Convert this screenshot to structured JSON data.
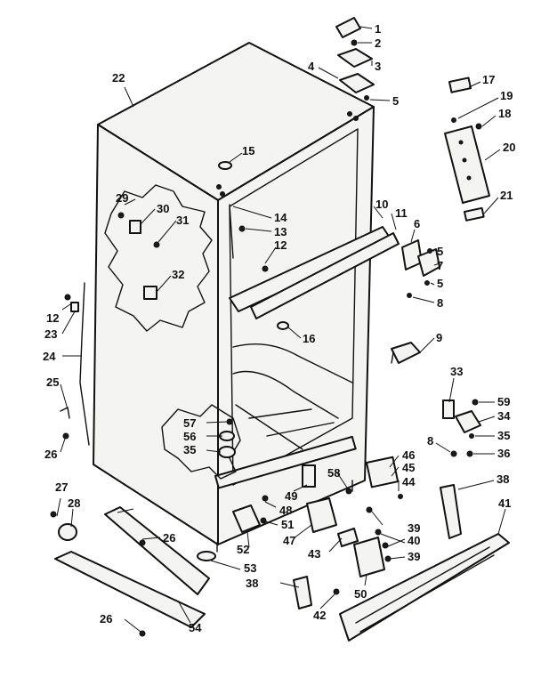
{
  "labels": {
    "l1": "1",
    "l2": "2",
    "l3": "3",
    "l4": "4",
    "l5a": "5",
    "l5b": "5",
    "l5c": "5",
    "l6": "6",
    "l7": "7",
    "l8a": "8",
    "l8b": "8",
    "l9": "9",
    "l10": "10",
    "l11": "11",
    "l12a": "12",
    "l12b": "12",
    "l13": "13",
    "l14": "14",
    "l15": "15",
    "l16": "16",
    "l17": "17",
    "l18": "18",
    "l19": "19",
    "l20": "20",
    "l21": "21",
    "l22": "22",
    "l23": "23",
    "l24": "24",
    "l25": "25",
    "l26a": "26",
    "l26b": "26",
    "l26c": "26",
    "l27": "27",
    "l28": "28",
    "l29": "29",
    "l30": "30",
    "l31": "31",
    "l32": "32",
    "l33": "33",
    "l34": "34",
    "l35a": "35",
    "l35b": "35",
    "l36": "36",
    "l38a": "38",
    "l38b": "38",
    "l39a": "39",
    "l39b": "39",
    "l40": "40",
    "l41": "41",
    "l42": "42",
    "l43": "43",
    "l44": "44",
    "l45": "45",
    "l46": "46",
    "l47": "47",
    "l48": "48",
    "l49": "49",
    "l50": "50",
    "l51": "51",
    "l52": "52",
    "l53": "53",
    "l54": "54",
    "l56": "56",
    "l57": "57",
    "l58": "58",
    "l59": "59"
  },
  "colors": {
    "ink": "#111111",
    "paper": "#ffffff"
  }
}
